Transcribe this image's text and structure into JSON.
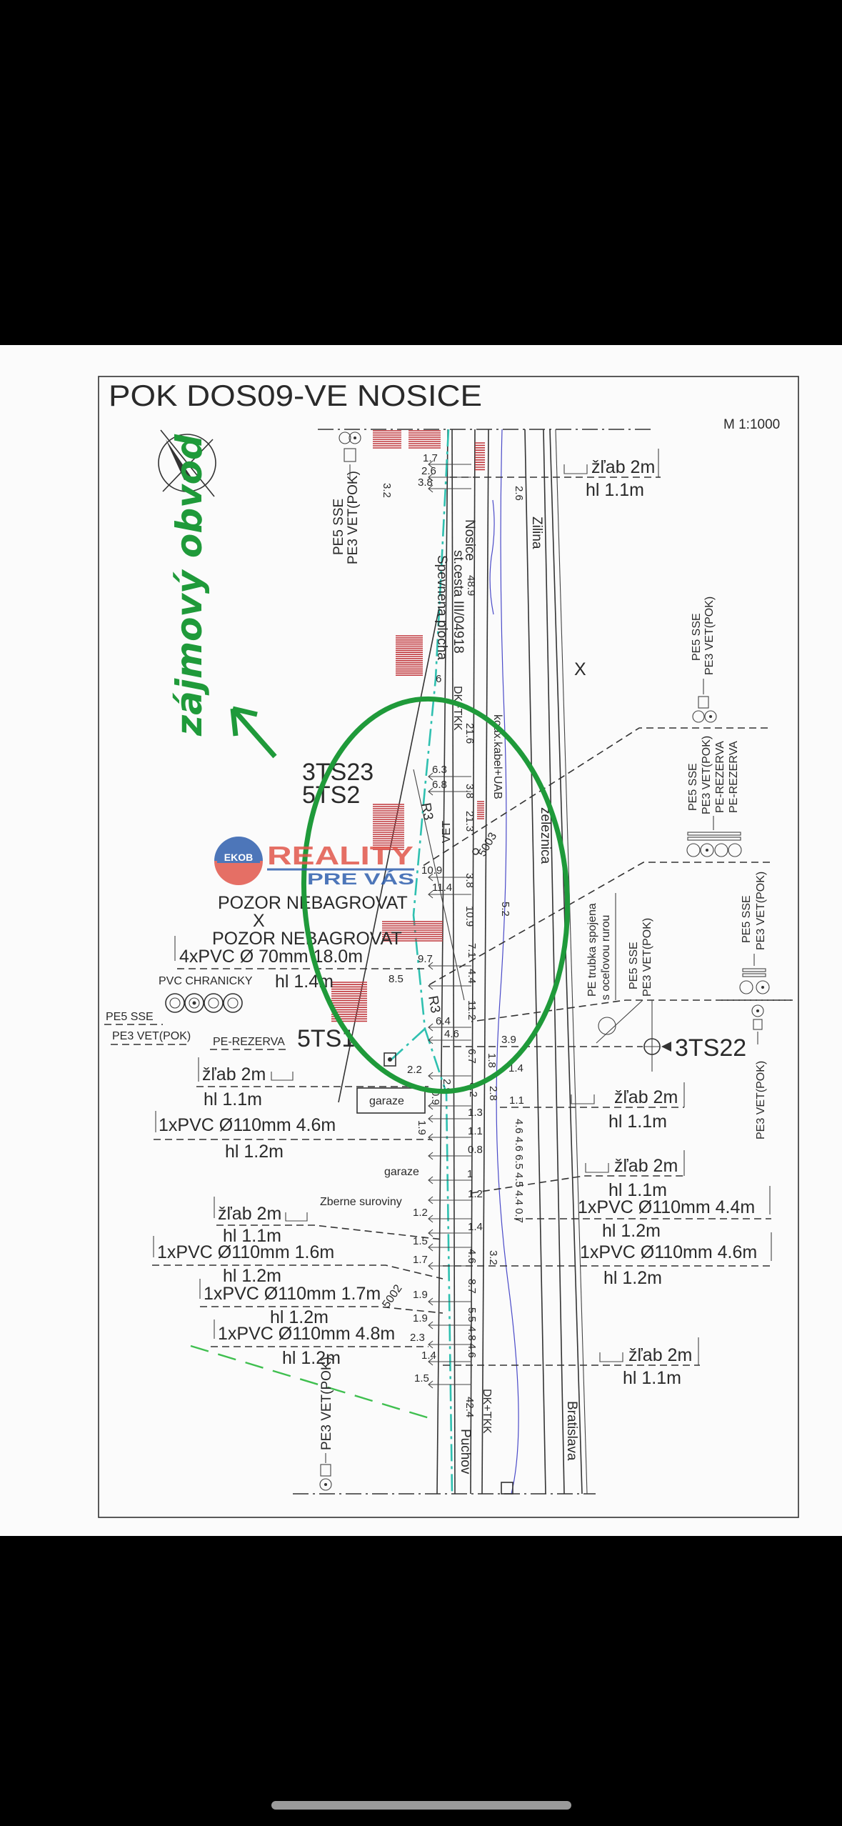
{
  "drawing": {
    "title": "POK DOS09-VE NOSICE",
    "scale": "M 1:1000",
    "handwritten_note": "zájmový obvod",
    "stations": {
      "ts23": "3TS23",
      "ts2": "5TS2",
      "ts1": "5TS1",
      "ts22": "3TS22"
    },
    "warnings": {
      "line1": "POZOR NEBAGROVAT",
      "cross": "X",
      "line2": "POZOR NEBAGROVAT"
    },
    "left_labels": {
      "pvc70": "4xPVC Ø 70mm  18.0m",
      "hl14": "hl 1.4m",
      "pvc_chranicky": "PVC CHRANICKY",
      "pe5_sse": "PE5 SSE",
      "pe3_vet": "PE3 VET(POK)",
      "pe_rezerva": "PE-REZERVA",
      "zlab_a": "žľab 2m",
      "hl11_a": "hl 1.1m",
      "pvc110_46": "1xPVC Ø110mm  4.6m",
      "hl12_a": "hl 1.2m",
      "garaze_1": "garaze",
      "garaze_2": "garaze",
      "zberne": "Zberne suroviny",
      "zlab_b": "žľab 2m",
      "hl11_b": "hl 1.1m",
      "pvc110_16": "1xPVC Ø110mm  1.6m",
      "hl12_b": "hl 1.2m",
      "pvc110_17": "1xPVC Ø110mm  1.7m",
      "hl12_c": "hl 1.2m",
      "pvc110_48": "1xPVC Ø110mm  4.8m",
      "hl12_d": "hl 1.2m",
      "pe3_vet_bottom": "PE3 VET(POK)",
      "pe5_sse_top": "PE5 SSE",
      "pe3_vet_top": "PE3 VET(POK)"
    },
    "right_labels": {
      "zlab_top": "žľab 2m",
      "hl11_top": "hl 1.1m",
      "g1_pe5": "PE5 SSE",
      "g1_pe3": "PE3 VET(POK)",
      "g2_pe5": "PE5 SSE",
      "g2_pe3": "PE3 VET(POK)",
      "g2_rez1": "PE-REZERVA",
      "g2_rez2": "PE-REZERVA",
      "g3_pe5": "PE5 SSE",
      "g3_pe3": "PE3 VET(POK)",
      "pe_trubka_1": "PE trubka spojena",
      "pe_trubka_2": "s oceľovou rurou",
      "mid_pe5": "PE5 SSE",
      "mid_pe3": "PE3 VET(POK)",
      "ts22_pe3": "PE3 VET(POK)",
      "zlab_a": "žľab 2m",
      "hl11_a": "hl 1.1m",
      "zlab_b": "žľab 2m",
      "hl11_b": "hl 1.1m",
      "pvc110_44": "1xPVC Ø110mm 4.4m",
      "hl12_a": "hl 1.2m",
      "pvc110_46": "1xPVC Ø110mm 4.6m",
      "hl12_b": "hl 1.2m",
      "zlab_c": "žľab 2m",
      "hl11_c": "hl 1.1m"
    },
    "road_labels": {
      "nosice": "Nosice",
      "cesta": "st.cesta III/04918",
      "spevnena": "Spevnena plocha",
      "zilina": "Zilina",
      "dk_tkk_top": "DK+TKK",
      "koax": "koax.kabel+UAB",
      "vet": "VET",
      "zeleznica": "zeleznica",
      "pt5003": "5003",
      "pt5002": "5002",
      "r3_a": "R3",
      "r3_b": "R3",
      "puchov": "Puchov",
      "dk_tkk_bottom": "DK+TKK",
      "bratislava": "Bratislava"
    },
    "dimensions": [
      "1.7",
      "2.6",
      "3.8",
      "3.2",
      "2.6",
      "6",
      "21.6",
      "6.3",
      "6.8",
      "3.8",
      "21.3",
      "10.9",
      "11.4",
      "3.8",
      "10.9",
      "5.2",
      "9.7",
      "7.1",
      "8.5",
      "4.4",
      "11.2",
      "6.4",
      "4.6",
      "3.9",
      "2.2",
      "6.7",
      "1.8",
      "1.4",
      "8.2",
      "2.8",
      "1.1",
      "0.9",
      "1.3",
      "1.9",
      "1.1",
      "0.8",
      "1",
      "1.2",
      "1.2",
      "1.4",
      "1.5",
      "1.7",
      "1.9",
      "1.9",
      "2.3",
      "1.4",
      "1.5",
      "4.6 4.6 6.5 4.5 4.4 0.7",
      "4.6",
      "8.7",
      "5.5",
      "4.8",
      "4.6",
      "3.2",
      "42.4",
      "48.9",
      "2.9"
    ]
  },
  "watermark": {
    "logo": "EKOB",
    "brand": "REALITY",
    "tagline": "PRE VÁS",
    "colors": {
      "red": "#e2574c",
      "blue": "#2f5fae"
    }
  },
  "colors": {
    "annotation_green": "#1f9a3a",
    "cable_cyan": "#2fc0b0",
    "hatch_red": "#c0353a"
  }
}
